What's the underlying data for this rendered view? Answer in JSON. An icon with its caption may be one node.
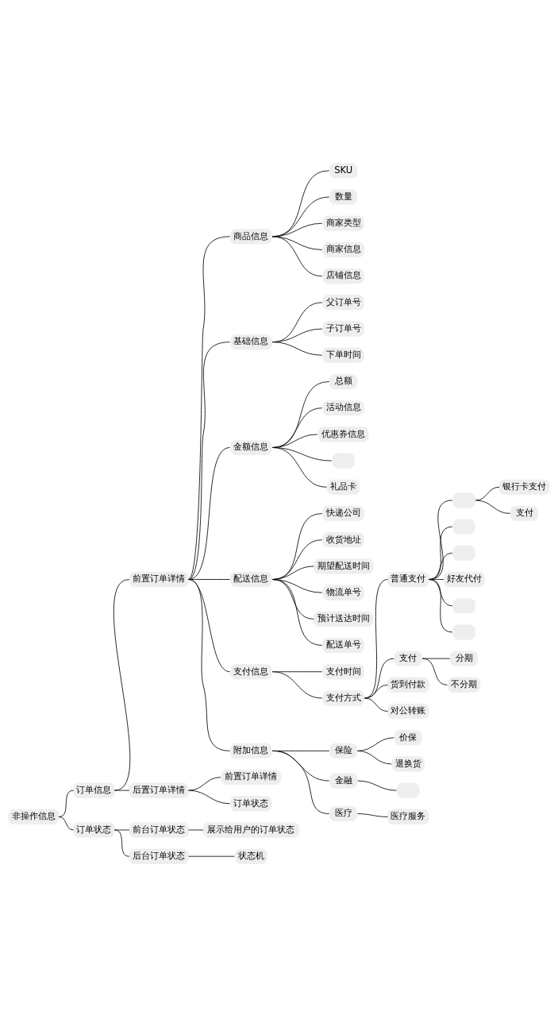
{
  "diagram": {
    "nodes": [
      {
        "text": [
          "非操作信息"
        ]
      },
      {
        "text": [
          "订单信息"
        ]
      },
      {
        "text": [
          "前置订单详情"
        ]
      },
      {
        "text": [
          "商品信息"
        ]
      },
      {
        "text": [
          "SKU"
        ]
      },
      {
        "text": [
          "数量"
        ]
      },
      {
        "text": [
          "商家类型"
        ]
      },
      {
        "text": [
          "商家信息"
        ]
      },
      {
        "text": [
          "店铺信息"
        ]
      },
      {
        "text": [
          "基础信息"
        ]
      },
      {
        "text": [
          "父订单号"
        ]
      },
      {
        "text": [
          "子订单号"
        ]
      },
      {
        "text": [
          "下单时间"
        ]
      },
      {
        "text": [
          "金额信息"
        ]
      },
      {
        "text": [
          "总额"
        ]
      },
      {
        "text": [
          "活动信息"
        ]
      },
      {
        "text": [
          "优惠券信息"
        ]
      },
      {
        "text": [],
        "shape": "box"
      },
      {
        "text": [
          "礼品卡"
        ]
      },
      {
        "text": [
          "配送信息"
        ]
      },
      {
        "text": [
          "快递公司"
        ]
      },
      {
        "text": [
          "收货地址"
        ]
      },
      {
        "text": [
          "期望配送时间"
        ]
      },
      {
        "text": [
          "物流单号"
        ]
      },
      {
        "text": [
          "预计送达时间"
        ]
      },
      {
        "text": [
          "配送单号"
        ]
      },
      {
        "text": [
          "支付信息"
        ]
      },
      {
        "text": [
          "支付时间"
        ]
      },
      {
        "text": [
          "支付方式"
        ]
      },
      {
        "text": [
          "普通支付"
        ]
      },
      {
        "text": [],
        "shape": "box"
      },
      {
        "text": [
          "银行卡支付"
        ]
      },
      {
        "text": [
          "支付"
        ]
      },
      {
        "text": [],
        "shape": "box"
      },
      {
        "text": [],
        "shape": "box"
      },
      {
        "text": [
          "好友代付"
        ]
      },
      {
        "text": [],
        "shape": "box"
      },
      {
        "text": [],
        "shape": "box"
      },
      {
        "text": [
          "支付"
        ]
      },
      {
        "text": [
          "分期"
        ]
      },
      {
        "text": [
          "不分期"
        ]
      },
      {
        "text": [
          "货到付款"
        ]
      },
      {
        "text": [
          "对公转账"
        ]
      },
      {
        "text": [
          "附加信息"
        ]
      },
      {
        "text": [
          "保险"
        ]
      },
      {
        "text": [
          "价保"
        ]
      },
      {
        "text": [
          "退换货"
        ]
      },
      {
        "text": [
          "金融"
        ]
      },
      {
        "text": [],
        "shape": "box"
      },
      {
        "text": [
          "医疗"
        ]
      },
      {
        "text": [
          "医疗服务"
        ]
      },
      {
        "text": [
          "后置订单详情"
        ]
      },
      {
        "text": [
          "前置订单详情"
        ]
      },
      {
        "text": [
          "订单状态"
        ]
      },
      {
        "text": [
          "订单状态"
        ]
      },
      {
        "text": [
          "前台订单状态"
        ]
      },
      {
        "text": [
          "展示给用户的订单状态"
        ]
      },
      {
        "text": [
          "后台订单状态"
        ]
      },
      {
        "text": [
          "状态机"
        ]
      }
    ],
    "edges": [
      {
        "from": 0,
        "to": 1,
        "arrow": "none"
      },
      {
        "from": 1,
        "to": 2,
        "arrow": "none"
      },
      {
        "from": 2,
        "to": 3,
        "arrow": "none"
      },
      {
        "from": 3,
        "to": 4,
        "arrow": "none"
      },
      {
        "from": 3,
        "to": 5,
        "arrow": "none"
      },
      {
        "from": 3,
        "to": 6,
        "arrow": "none"
      },
      {
        "from": 3,
        "to": 7,
        "arrow": "none"
      },
      {
        "from": 3,
        "to": 8,
        "arrow": "none"
      },
      {
        "from": 2,
        "to": 9,
        "arrow": "none"
      },
      {
        "from": 9,
        "to": 10,
        "arrow": "none"
      },
      {
        "from": 9,
        "to": 11,
        "arrow": "none"
      },
      {
        "from": 9,
        "to": 12,
        "arrow": "none"
      },
      {
        "from": 2,
        "to": 13,
        "arrow": "none"
      },
      {
        "from": 13,
        "to": 14,
        "arrow": "none"
      },
      {
        "from": 13,
        "to": 15,
        "arrow": "none"
      },
      {
        "from": 13,
        "to": 16,
        "arrow": "none"
      },
      {
        "from": 13,
        "to": 17,
        "arrow": "none"
      },
      {
        "from": 13,
        "to": 18,
        "arrow": "none"
      },
      {
        "from": 2,
        "to": 19,
        "arrow": "none"
      },
      {
        "from": 19,
        "to": 20,
        "arrow": "none"
      },
      {
        "from": 19,
        "to": 21,
        "arrow": "none"
      },
      {
        "from": 19,
        "to": 22,
        "arrow": "none"
      },
      {
        "from": 19,
        "to": 23,
        "arrow": "none"
      },
      {
        "from": 19,
        "to": 24,
        "arrow": "none"
      },
      {
        "from": 19,
        "to": 25,
        "arrow": "none"
      },
      {
        "from": 2,
        "to": 26,
        "arrow": "none"
      },
      {
        "from": 26,
        "to": 27,
        "arrow": "none"
      },
      {
        "from": 26,
        "to": 28,
        "arrow": "none"
      },
      {
        "from": 28,
        "to": 29,
        "arrow": "none"
      },
      {
        "from": 29,
        "to": 30,
        "arrow": "none"
      },
      {
        "from": 30,
        "to": 31,
        "arrow": "none"
      },
      {
        "from": 30,
        "to": 32,
        "arrow": "none"
      },
      {
        "from": 29,
        "to": 33,
        "arrow": "none"
      },
      {
        "from": 29,
        "to": 34,
        "arrow": "none"
      },
      {
        "from": 29,
        "to": 35,
        "arrow": "none"
      },
      {
        "from": 29,
        "to": 36,
        "arrow": "none"
      },
      {
        "from": 29,
        "to": 37,
        "arrow": "none"
      },
      {
        "from": 28,
        "to": 38,
        "arrow": "none"
      },
      {
        "from": 38,
        "to": 39,
        "arrow": "none"
      },
      {
        "from": 38,
        "to": 40,
        "arrow": "none"
      },
      {
        "from": 28,
        "to": 41,
        "arrow": "none"
      },
      {
        "from": 28,
        "to": 42,
        "arrow": "none"
      },
      {
        "from": 2,
        "to": 43,
        "arrow": "none"
      },
      {
        "from": 43,
        "to": 44,
        "arrow": "none"
      },
      {
        "from": 44,
        "to": 45,
        "arrow": "none"
      },
      {
        "from": 44,
        "to": 46,
        "arrow": "none"
      },
      {
        "from": 43,
        "to": 47,
        "arrow": "none"
      },
      {
        "from": 47,
        "to": 48,
        "arrow": "none"
      },
      {
        "from": 43,
        "to": 49,
        "arrow": "none"
      },
      {
        "from": 49,
        "to": 50,
        "arrow": "none"
      },
      {
        "from": 1,
        "to": 51,
        "arrow": "none"
      },
      {
        "from": 51,
        "to": 52,
        "arrow": "none"
      },
      {
        "from": 51,
        "to": 53,
        "arrow": "none"
      },
      {
        "from": 0,
        "to": 54,
        "arrow": "none"
      },
      {
        "from": 54,
        "to": 55,
        "arrow": "none"
      },
      {
        "from": 55,
        "to": 56,
        "arrow": "none"
      },
      {
        "from": 54,
        "to": 57,
        "arrow": "none"
      },
      {
        "from": 57,
        "to": 58,
        "arrow": "none"
      }
    ]
  }
}
